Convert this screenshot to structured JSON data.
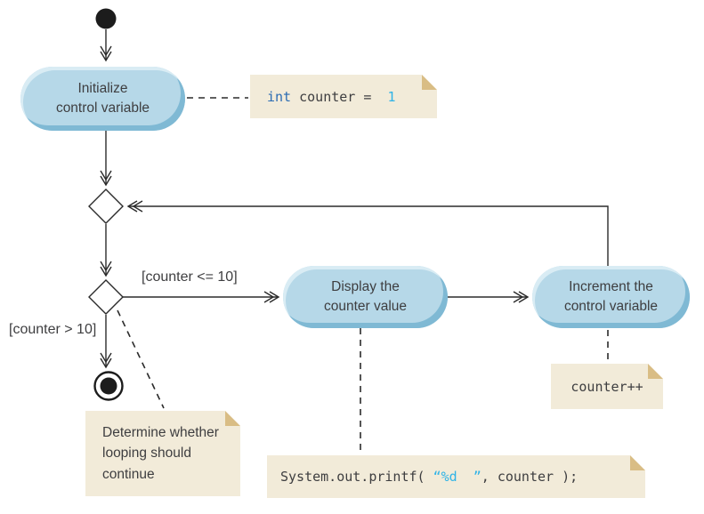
{
  "diagram": {
    "kind": "uml-activity-diagram",
    "topic": "Counter-controlled repetition activity diagram"
  },
  "colors": {
    "action_fill": "#b6d8e8",
    "action_highlight": "#d9ecf4",
    "action_rim": "#7fb9d4",
    "note_fill": "#f2ebd9",
    "note_fold": "#d9bd85",
    "text": "#3e3e40",
    "line": "#2b2b2b",
    "keyword_blue": "#2b6cb3",
    "literal_cyan": "#2fb3e7"
  },
  "nodes": {
    "initial": {
      "type": "initial-node"
    },
    "initialize": {
      "label": "Initialize\ncontrol variable"
    },
    "merge": {
      "type": "merge-diamond"
    },
    "decision": {
      "type": "decision-diamond"
    },
    "display": {
      "label": "Display the\ncounter value"
    },
    "increment": {
      "label": "Increment the\ncontrol variable"
    },
    "final": {
      "type": "activity-final-node"
    }
  },
  "guards": {
    "loop": "[counter <= 10]",
    "exit": "[counter > 10]"
  },
  "notes": {
    "init_code": {
      "segments": [
        {
          "text": "int",
          "style": "keyword"
        },
        {
          "text": " counter =  ",
          "style": "plain"
        },
        {
          "text": "1",
          "style": "literal"
        }
      ]
    },
    "decision_note": {
      "text": "Determine whether\nlooping should\ncontinue"
    },
    "print_code": {
      "segments": [
        {
          "text": "System.out.printf( ",
          "style": "plain"
        },
        {
          "text": "“%d  ”",
          "style": "literal"
        },
        {
          "text": ", counter );",
          "style": "plain"
        }
      ]
    },
    "increment_code": {
      "text": "counter++"
    }
  }
}
